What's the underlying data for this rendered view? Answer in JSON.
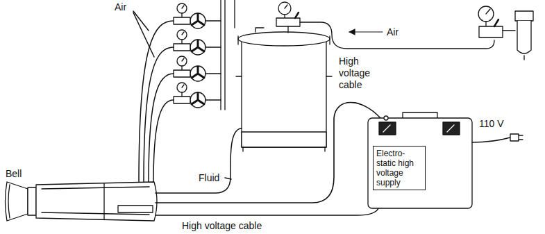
{
  "diagram": {
    "nodes": [
      {
        "text": [
          "Electro- static high voltage supply"
        ]
      }
    ],
    "labels": [
      "Air",
      "Air",
      "High voltage cable",
      "110 V",
      "Bell",
      "Fluid",
      "High voltage cable"
    ]
  }
}
